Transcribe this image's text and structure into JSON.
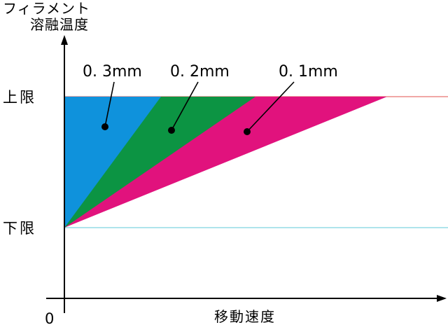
{
  "diagram": {
    "y_axis_title_line1": "フィラメント",
    "y_axis_title_line2": "溶融温度",
    "x_axis_title": "移動速度",
    "origin_label": "0",
    "upper_limit_label": "上限",
    "lower_limit_label": "下限",
    "regions": [
      {
        "label": "0. 3mm",
        "color": "#0f92dc"
      },
      {
        "label": "0. 2mm",
        "color": "#0c9443"
      },
      {
        "label": "0. 1mm",
        "color": "#e1127d"
      }
    ],
    "colors": {
      "upper_line": "#e0504e",
      "lower_line": "#5ec8d8",
      "axis": "#000000"
    }
  }
}
